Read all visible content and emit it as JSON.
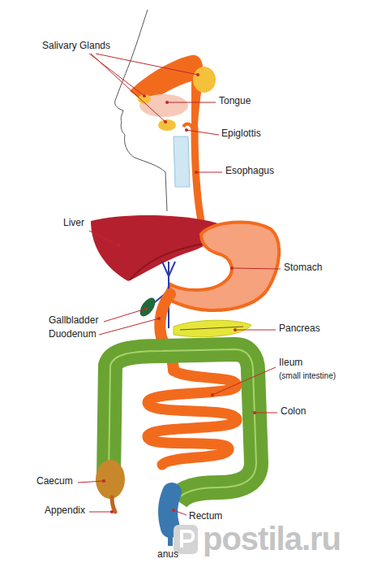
{
  "diagram": {
    "labels": [
      "Salivary Glands",
      "Tongue",
      "Epiglottis",
      "Esophagus",
      "Liver",
      "Stomach",
      "Gallbladder",
      "Duodenum",
      "Pancreas",
      "Ileum",
      "(small intestine)",
      "Colon",
      "Caecum",
      "Appendix",
      "Rectum",
      "anus",
      "postila.ru"
    ]
  }
}
